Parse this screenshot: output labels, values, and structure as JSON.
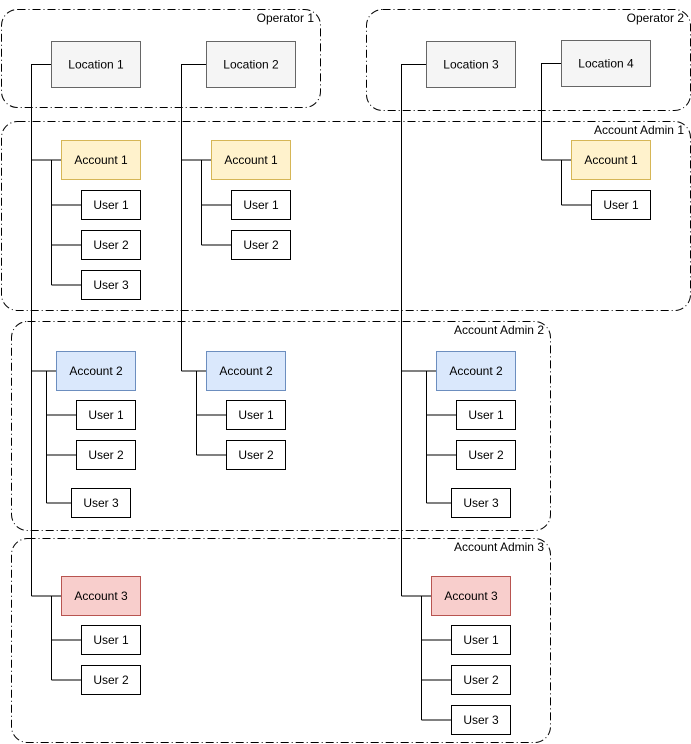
{
  "colors": {
    "location_fill": "#f5f5f5",
    "location_stroke": "#666666",
    "user_fill": "#ffffff",
    "user_stroke": "#000000",
    "admin1_fill": "#fff2cc",
    "admin1_stroke": "#d6b656",
    "admin2_fill": "#dae8fc",
    "admin2_stroke": "#6c8ebf",
    "admin3_fill": "#f8cecc",
    "admin3_stroke": "#b85450"
  },
  "groups": [
    {
      "id": "operator-1",
      "label": "Operator 1"
    },
    {
      "id": "operator-2",
      "label": "Operator 2"
    },
    {
      "id": "account-admin-1",
      "label": "Account Admin 1"
    },
    {
      "id": "account-admin-2",
      "label": "Account Admin 2"
    },
    {
      "id": "account-admin-3",
      "label": "Account Admin 3"
    }
  ],
  "locations": [
    {
      "id": "location-1",
      "label": "Location 1",
      "group": "operator-1"
    },
    {
      "id": "location-2",
      "label": "Location 2",
      "group": "operator-1"
    },
    {
      "id": "location-3",
      "label": "Location 3",
      "group": "operator-2"
    },
    {
      "id": "location-4",
      "label": "Location 4",
      "group": "operator-2"
    }
  ],
  "accounts": [
    {
      "id": "l1-account-1",
      "label": "Account 1",
      "location": "location-1",
      "group": "account-admin-1",
      "users": [
        "User 1",
        "User 2",
        "User 3"
      ]
    },
    {
      "id": "l2-account-1",
      "label": "Account 1",
      "location": "location-2",
      "group": "account-admin-1",
      "users": [
        "User 1",
        "User 2"
      ]
    },
    {
      "id": "l4-account-1",
      "label": "Account 1",
      "location": "location-4",
      "group": "account-admin-1",
      "users": [
        "User 1"
      ]
    },
    {
      "id": "l1-account-2",
      "label": "Account 2",
      "location": "location-1",
      "group": "account-admin-2",
      "users": [
        "User 1",
        "User 2",
        "User 3"
      ]
    },
    {
      "id": "l2-account-2",
      "label": "Account 2",
      "location": "location-2",
      "group": "account-admin-2",
      "users": [
        "User 1",
        "User 2"
      ]
    },
    {
      "id": "l3-account-2",
      "label": "Account 2",
      "location": "location-3",
      "group": "account-admin-2",
      "users": [
        "User 1",
        "User 2",
        "User 3"
      ]
    },
    {
      "id": "l1-account-3",
      "label": "Account 3",
      "location": "location-1",
      "group": "account-admin-3",
      "users": [
        "User 1",
        "User 2"
      ]
    },
    {
      "id": "l3-account-3",
      "label": "Account 3",
      "location": "location-3",
      "group": "account-admin-3",
      "users": [
        "User 1",
        "User 2",
        "User 3"
      ]
    }
  ]
}
